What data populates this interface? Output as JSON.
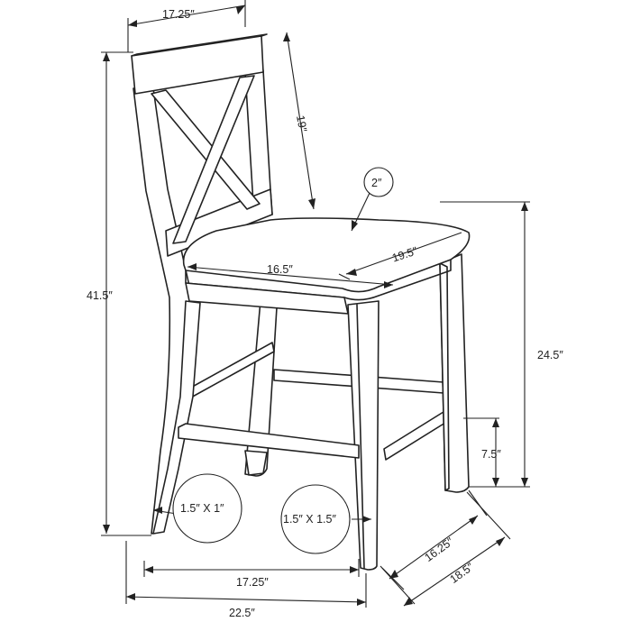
{
  "diagram": {
    "labels": {
      "back_width": "17.25″",
      "back_height": "19″",
      "cushion_thickness": "2″",
      "seat_width": "16.5″",
      "seat_depth": "19.5″",
      "total_height": "41.5″",
      "seat_height": "24.5″",
      "footrest_height": "7.5″",
      "rear_leg_size": "1.5″ X 1″",
      "front_leg_size": "1.5″ X 1.5″",
      "inner_depth": "16.25″",
      "outer_depth": "18.5″",
      "inner_width": "17.25″",
      "outer_width": "22.5″"
    }
  }
}
